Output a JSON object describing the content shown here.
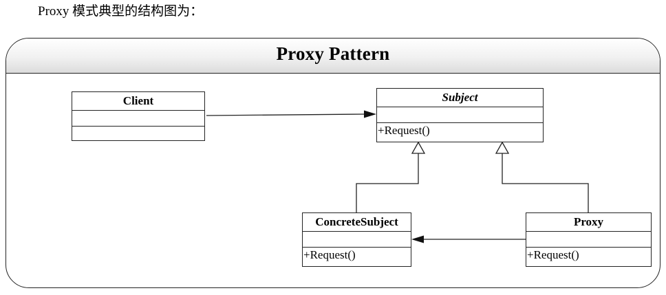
{
  "intro_text": "Proxy 模式典型的结构图为：",
  "frame": {
    "title": "Proxy Pattern"
  },
  "classes": {
    "client": {
      "name": "Client",
      "operation": ""
    },
    "subject": {
      "name": "Subject",
      "operation": "+Request()"
    },
    "concrete_subject": {
      "name": "ConcreteSubject",
      "operation": "+Request()"
    },
    "proxy": {
      "name": "Proxy",
      "operation": "+Request()"
    }
  }
}
